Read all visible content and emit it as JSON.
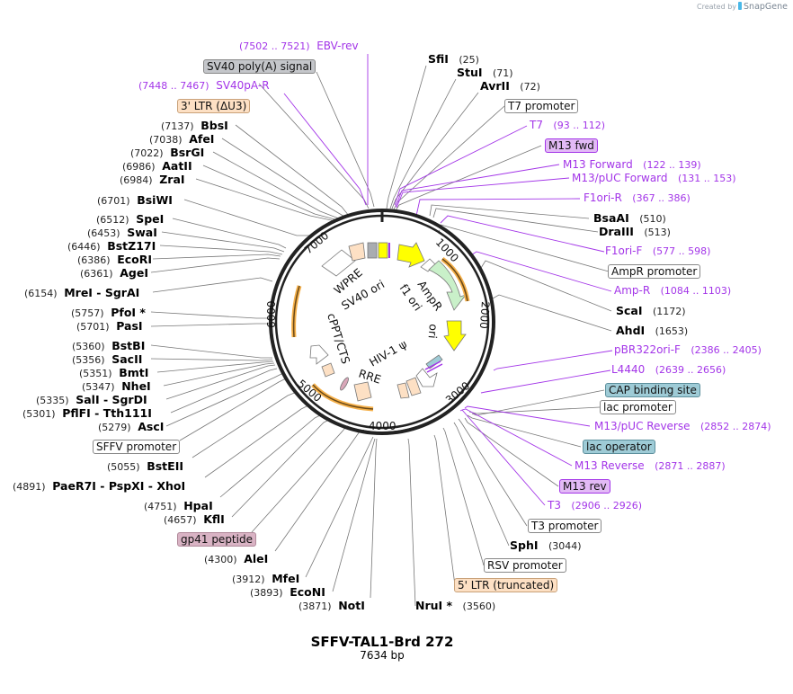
{
  "credit": {
    "prefix": "Created by",
    "brand": "SnapGene"
  },
  "plasmid": {
    "name": "SFFV-TAL1-Brd 272",
    "length_label": "7634 bp",
    "length_bp": 7634
  },
  "colors": {
    "primer": "#a335e8",
    "enzyme": "#000000",
    "orf_arrow": "#f5b04a",
    "ampr": "#c9f0c9",
    "ori": "#ffff00",
    "ltr": "#fde0c4",
    "polyA": "#a9acb1",
    "gp41": "#d9a7b9",
    "lac": "#9ecbd6",
    "m13": "#e2baf5"
  },
  "ticks": [
    "1000",
    "2000",
    "3000",
    "4000",
    "5000",
    "6000",
    "7000"
  ],
  "inner_labels": [
    "WPRE",
    "SV40 ori",
    "f1 ori",
    "AmpR",
    "ori",
    "HIV-1 ψ",
    "RRE",
    "cPPT/CTS"
  ],
  "left_labels": [
    {
      "pos": "(7502 .. 7521)",
      "name": "EBV-rev",
      "type": "primer"
    },
    {
      "name": "SV40 poly(A) signal",
      "type": "feature",
      "color": "#c4c6ca"
    },
    {
      "pos": "(7448 .. 7467)",
      "name": "SV40pA-R",
      "type": "primer"
    },
    {
      "name": "3' LTR (ΔU3)",
      "type": "feature",
      "color": "#fde0c4"
    },
    {
      "pos": "(7137)",
      "name": "BbsI",
      "type": "enzyme"
    },
    {
      "pos": "(7038)",
      "name": "AfeI",
      "type": "enzyme"
    },
    {
      "pos": "(7022)",
      "name": "BsrGI",
      "type": "enzyme"
    },
    {
      "pos": "(6986)",
      "name": "AatII",
      "type": "enzyme"
    },
    {
      "pos": "(6984)",
      "name": "ZraI",
      "type": "enzyme"
    },
    {
      "pos": "(6701)",
      "name": "BsiWI",
      "type": "enzyme"
    },
    {
      "pos": "(6512)",
      "name": "SpeI",
      "type": "enzyme"
    },
    {
      "pos": "(6453)",
      "name": "SwaI",
      "type": "enzyme"
    },
    {
      "pos": "(6446)",
      "name": "BstZ17I",
      "type": "enzyme"
    },
    {
      "pos": "(6386)",
      "name": "EcoRI",
      "type": "enzyme"
    },
    {
      "pos": "(6361)",
      "name": "AgeI",
      "type": "enzyme"
    },
    {
      "pos": "(6154)",
      "name": "MreI  - SgrAI",
      "type": "enzyme"
    },
    {
      "pos": "(5757)",
      "name": "PfoI *",
      "type": "enzyme"
    },
    {
      "pos": "(5701)",
      "name": "PasI",
      "type": "enzyme"
    },
    {
      "pos": "(5360)",
      "name": "BstBI",
      "type": "enzyme"
    },
    {
      "pos": "(5356)",
      "name": "SacII",
      "type": "enzyme"
    },
    {
      "pos": "(5351)",
      "name": "BmtI",
      "type": "enzyme"
    },
    {
      "pos": "(5347)",
      "name": "NheI",
      "type": "enzyme"
    },
    {
      "pos": "(5335)",
      "name": "SalI  - SgrDI",
      "type": "enzyme"
    },
    {
      "pos": "(5301)",
      "name": "PflFI  - Tth111I",
      "type": "enzyme"
    },
    {
      "pos": "(5279)",
      "name": "AscI",
      "type": "enzyme"
    },
    {
      "name": "SFFV promoter",
      "type": "feature",
      "color": "#ffffff"
    },
    {
      "pos": "(5055)",
      "name": "BstEII",
      "type": "enzyme"
    },
    {
      "pos": "(4891)",
      "name": "PaeR7I  - PspXI  - XhoI",
      "type": "enzyme"
    },
    {
      "pos": "(4751)",
      "name": "HpaI",
      "type": "enzyme"
    },
    {
      "pos": "(4657)",
      "name": "KflI",
      "type": "enzyme"
    },
    {
      "name": "gp41 peptide",
      "type": "feature",
      "color": "#d9b3c4"
    },
    {
      "pos": "(4300)",
      "name": "AleI",
      "type": "enzyme"
    },
    {
      "pos": "(3912)",
      "name": "MfeI",
      "type": "enzyme"
    },
    {
      "pos": "(3893)",
      "name": "EcoNI",
      "type": "enzyme"
    },
    {
      "pos": "(3871)",
      "name": "NotI",
      "type": "enzyme"
    }
  ],
  "right_labels": [
    {
      "name": "SfiI",
      "pos": "(25)",
      "type": "enzyme"
    },
    {
      "name": "StuI",
      "pos": "(71)",
      "type": "enzyme"
    },
    {
      "name": "AvrII",
      "pos": "(72)",
      "type": "enzyme"
    },
    {
      "name": "T7 promoter",
      "type": "feature",
      "color": "#ffffff"
    },
    {
      "name": "T7",
      "pos": "(93 .. 112)",
      "type": "primer"
    },
    {
      "name": "M13 fwd",
      "type": "feature",
      "color": "#e2baf5"
    },
    {
      "name": "M13 Forward",
      "pos": "(122 .. 139)",
      "type": "primer"
    },
    {
      "name": "M13/pUC Forward",
      "pos": "(131 .. 153)",
      "type": "primer"
    },
    {
      "name": "F1ori-R",
      "pos": "(367 .. 386)",
      "type": "primer"
    },
    {
      "name": "BsaAI",
      "pos": "(510)",
      "type": "enzyme"
    },
    {
      "name": "DraIII",
      "pos": "(513)",
      "type": "enzyme"
    },
    {
      "name": "F1ori-F",
      "pos": "(577 .. 598)",
      "type": "primer"
    },
    {
      "name": "AmpR promoter",
      "type": "feature",
      "color": "#ffffff"
    },
    {
      "name": "Amp-R",
      "pos": "(1084 .. 1103)",
      "type": "primer"
    },
    {
      "name": "ScaI",
      "pos": "(1172)",
      "type": "enzyme"
    },
    {
      "name": "AhdI",
      "pos": "(1653)",
      "type": "enzyme"
    },
    {
      "name": "pBR322ori-F",
      "pos": "(2386 .. 2405)",
      "type": "primer"
    },
    {
      "name": "L4440",
      "pos": "(2639 .. 2656)",
      "type": "primer"
    },
    {
      "name": "CAP binding site",
      "type": "feature",
      "color": "#9ecbd6"
    },
    {
      "name": "lac promoter",
      "type": "feature",
      "color": "#ffffff"
    },
    {
      "name": "M13/pUC Reverse",
      "pos": "(2852 .. 2874)",
      "type": "primer"
    },
    {
      "name": "lac operator",
      "type": "feature",
      "color": "#9ecbd6"
    },
    {
      "name": "M13 Reverse",
      "pos": "(2871 .. 2887)",
      "type": "primer"
    },
    {
      "name": "M13 rev",
      "type": "feature",
      "color": "#e2baf5"
    },
    {
      "name": "T3",
      "pos": "(2906 .. 2926)",
      "type": "primer"
    },
    {
      "name": "T3 promoter",
      "type": "feature",
      "color": "#ffffff"
    },
    {
      "name": "SphI",
      "pos": "(3044)",
      "type": "enzyme"
    },
    {
      "name": "RSV promoter",
      "type": "feature",
      "color": "#ffffff"
    },
    {
      "name": "5' LTR (truncated)",
      "type": "feature",
      "color": "#fde0c4"
    },
    {
      "name": "NruI *",
      "pos": "(3560)",
      "type": "enzyme"
    }
  ]
}
